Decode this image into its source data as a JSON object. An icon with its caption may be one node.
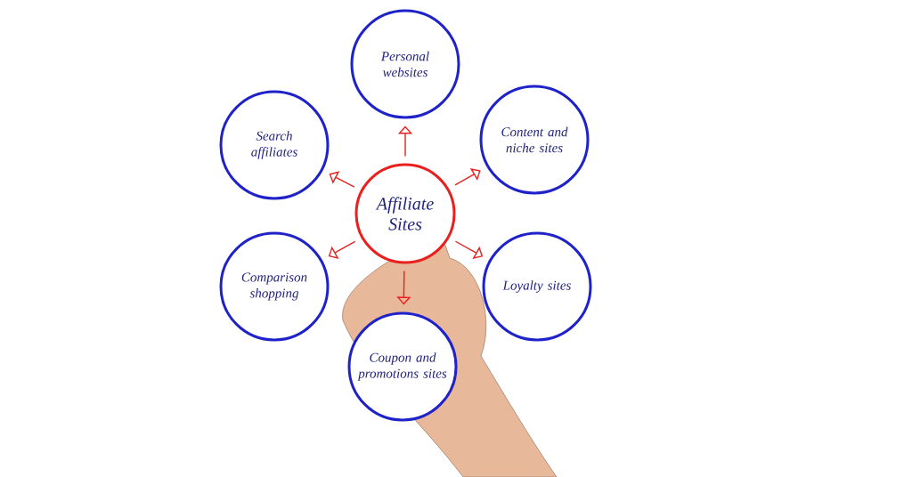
{
  "diagram": {
    "nodes": [
      {
        "text": [
          "Affiliate Sites"
        ]
      },
      {
        "text": [
          "Personal websites"
        ]
      },
      {
        "text": [
          "Content and niche sites"
        ]
      },
      {
        "text": [
          "Loyalty sites"
        ]
      },
      {
        "text": [
          "Coupon and promotions sites"
        ]
      },
      {
        "text": [
          "Comparison shopping"
        ]
      },
      {
        "text": [
          "Search affiliates"
        ]
      }
    ],
    "edges": [
      {
        "from": 0,
        "to": 1,
        "arrow": "to"
      },
      {
        "from": 0,
        "to": 2,
        "arrow": "to"
      },
      {
        "from": 0,
        "to": 3,
        "arrow": "to"
      },
      {
        "from": 0,
        "to": 4,
        "arrow": "to"
      },
      {
        "from": 0,
        "to": 5,
        "arrow": "to"
      },
      {
        "from": 0,
        "to": 6,
        "arrow": "to"
      }
    ]
  }
}
